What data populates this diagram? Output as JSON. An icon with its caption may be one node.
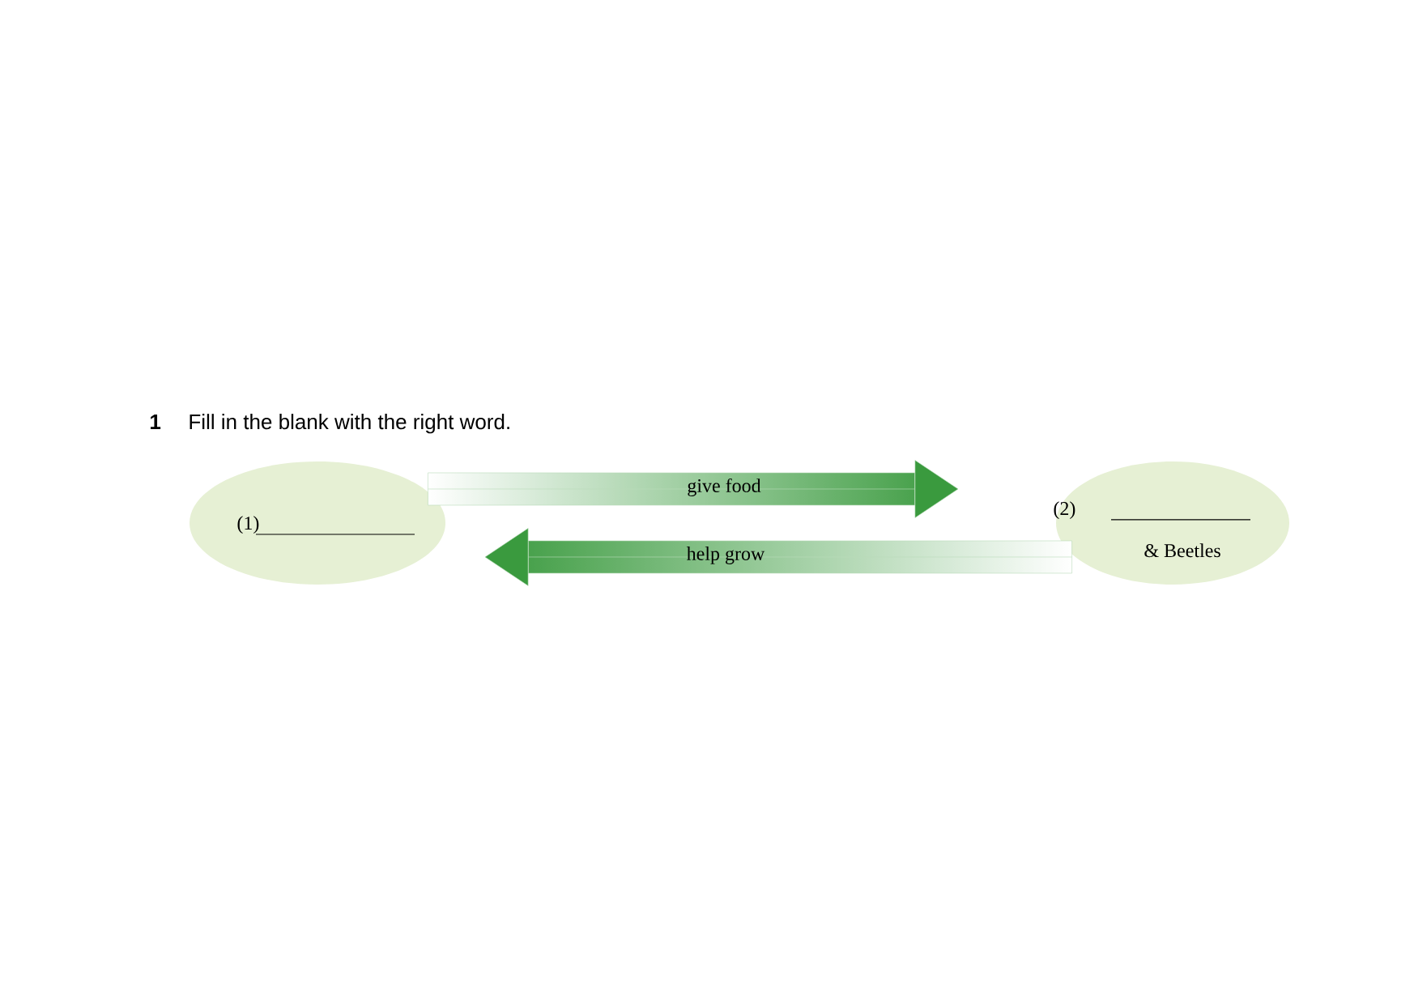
{
  "diagram": {
    "title": "Fill in the blank with the right word.",
    "nodes": [
      {
        "text": [
          "(1)"
        ]
      },
      {
        "text": [
          "(2)",
          "& Beetles"
        ]
      }
    ],
    "edges": [
      {
        "from": 0,
        "to": 1,
        "arrow": "to",
        "label": "give food"
      },
      {
        "from": 1,
        "to": 0,
        "arrow": "to",
        "label": "help grow"
      }
    ],
    "labels": [
      "1"
    ]
  }
}
